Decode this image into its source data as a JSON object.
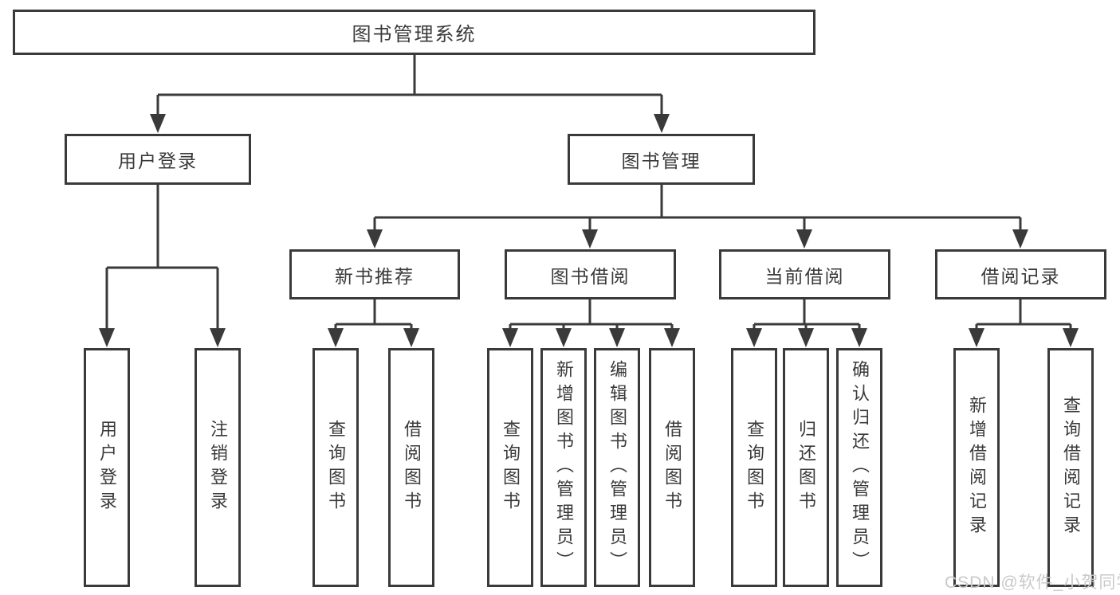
{
  "tree": {
    "label": "图书管理系统",
    "children": [
      {
        "label": "用户登录",
        "children": [
          {
            "label": "用户登录"
          },
          {
            "label": "注销登录"
          }
        ]
      },
      {
        "label": "图书管理",
        "children": [
          {
            "label": "新书推荐",
            "children": [
              {
                "label": "查询图书"
              },
              {
                "label": "借阅图书"
              }
            ]
          },
          {
            "label": "图书借阅",
            "children": [
              {
                "label": "查询图书"
              },
              {
                "label": "新增图书（管理员）"
              },
              {
                "label": "编辑图书（管理员）"
              },
              {
                "label": "借阅图书"
              }
            ]
          },
          {
            "label": "当前借阅",
            "children": [
              {
                "label": "查询图书"
              },
              {
                "label": "归还图书"
              },
              {
                "label": "确认归还（管理员）"
              }
            ]
          },
          {
            "label": "借阅记录",
            "children": [
              {
                "label": "新增借阅记录"
              },
              {
                "label": "查询借阅记录"
              }
            ]
          }
        ]
      }
    ]
  },
  "watermark": {
    "text": "CSDN @软件_小贺同学",
    "color": "#c9c9c9"
  },
  "colors": {
    "line": "#3a3a3a",
    "text": "#3a3a3a",
    "background": "#ffffff"
  }
}
